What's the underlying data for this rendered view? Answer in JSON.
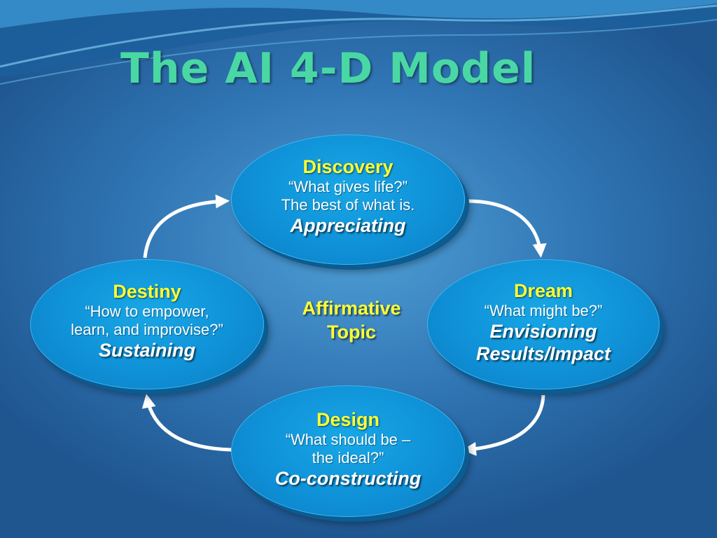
{
  "slide": {
    "title": "The AI 4-D Model"
  },
  "center": {
    "line1": "Affirmative",
    "line2": "Topic"
  },
  "nodes": {
    "discovery": {
      "title": "Discovery",
      "line1": "“What gives life?”",
      "line2": "The best of what is.",
      "verb": "Appreciating"
    },
    "dream": {
      "title": "Dream",
      "line1": "“What might be?”",
      "verb": "Envisioning",
      "verb2": "Results/Impact"
    },
    "design": {
      "title": "Design",
      "line1": "“What should be –",
      "line2": "the ideal?”",
      "verb": "Co-constructing"
    },
    "destiny": {
      "title": "Destiny",
      "line1": "“How to empower,",
      "line2": "learn, and improvise?”",
      "verb": "Sustaining"
    }
  },
  "colors": {
    "background": "#2f74b3",
    "title": "#49d8a4",
    "node_fill": "#0f8fd6",
    "node_title": "#ffff33",
    "node_text": "#ffffff",
    "arrow": "#ffffff"
  }
}
